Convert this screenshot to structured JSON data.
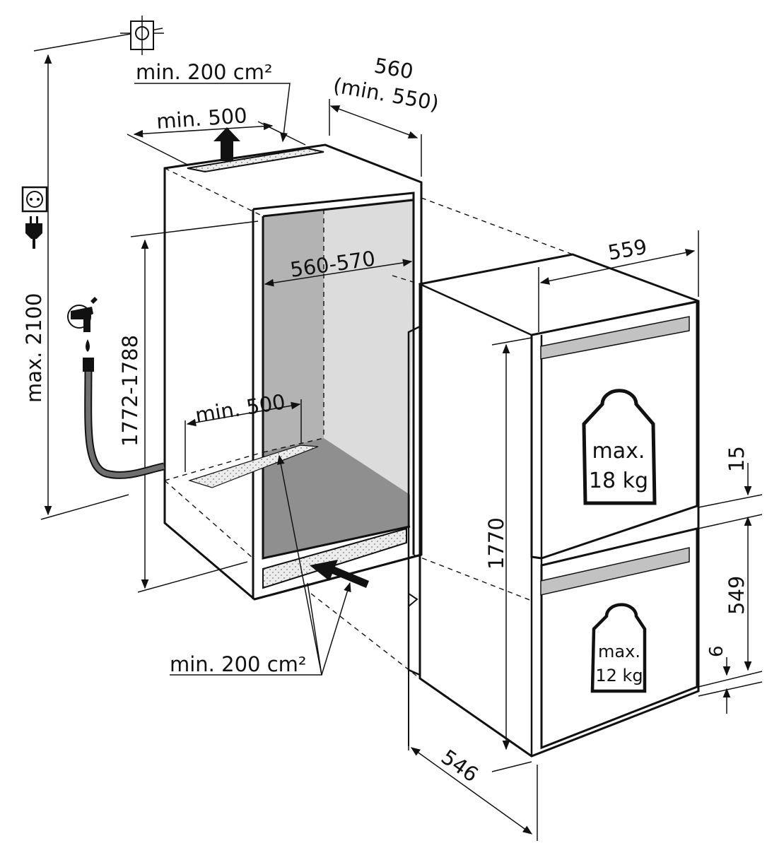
{
  "labels": {
    "vent_top_area": "min. 200 cm²",
    "vent_top_width": "min. 500",
    "niche_depth": "560",
    "niche_depth_min": "(min. 550)",
    "niche_width": "560-570",
    "vent_bottom_width": "min. 500",
    "vent_bottom_area": "min. 200 cm²",
    "niche_height": "1772-1788",
    "max_height": "max. 2100",
    "appliance_width": "559",
    "appliance_height": "1770",
    "appliance_depth": "546",
    "gap_top": "15",
    "drawer_height": "549",
    "gap_bottom": "6"
  },
  "shelf_loads": {
    "upper_line1": "max.",
    "upper_line2": "18 kg",
    "lower_line1": "max.",
    "lower_line2": "12 kg"
  },
  "icons": [
    "flush-mount-icon",
    "power-socket-icon",
    "plug-icon",
    "water-tap-icon"
  ],
  "colors": {
    "line": "#111111",
    "niche_interior": "#d9d9d9",
    "niche_back": "#b3b3b3",
    "hose": "#6f6f6f",
    "vent_grid": "#e6e6e6",
    "handle": "#bfbfbf"
  }
}
